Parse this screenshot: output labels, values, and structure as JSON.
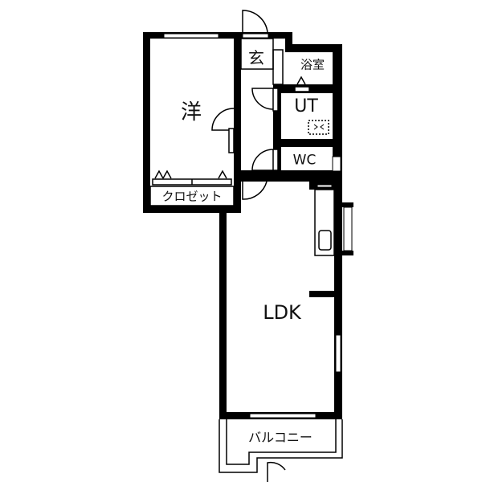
{
  "rooms": {
    "western_room": "洋",
    "entrance": "玄",
    "bathroom": "浴室",
    "utility": "UT",
    "toilet": "WC",
    "closet": "クロゼット",
    "ldk": "LDK",
    "balcony": "バルコニー"
  },
  "colors": {
    "wall": "#000000",
    "background": "#ffffff"
  }
}
